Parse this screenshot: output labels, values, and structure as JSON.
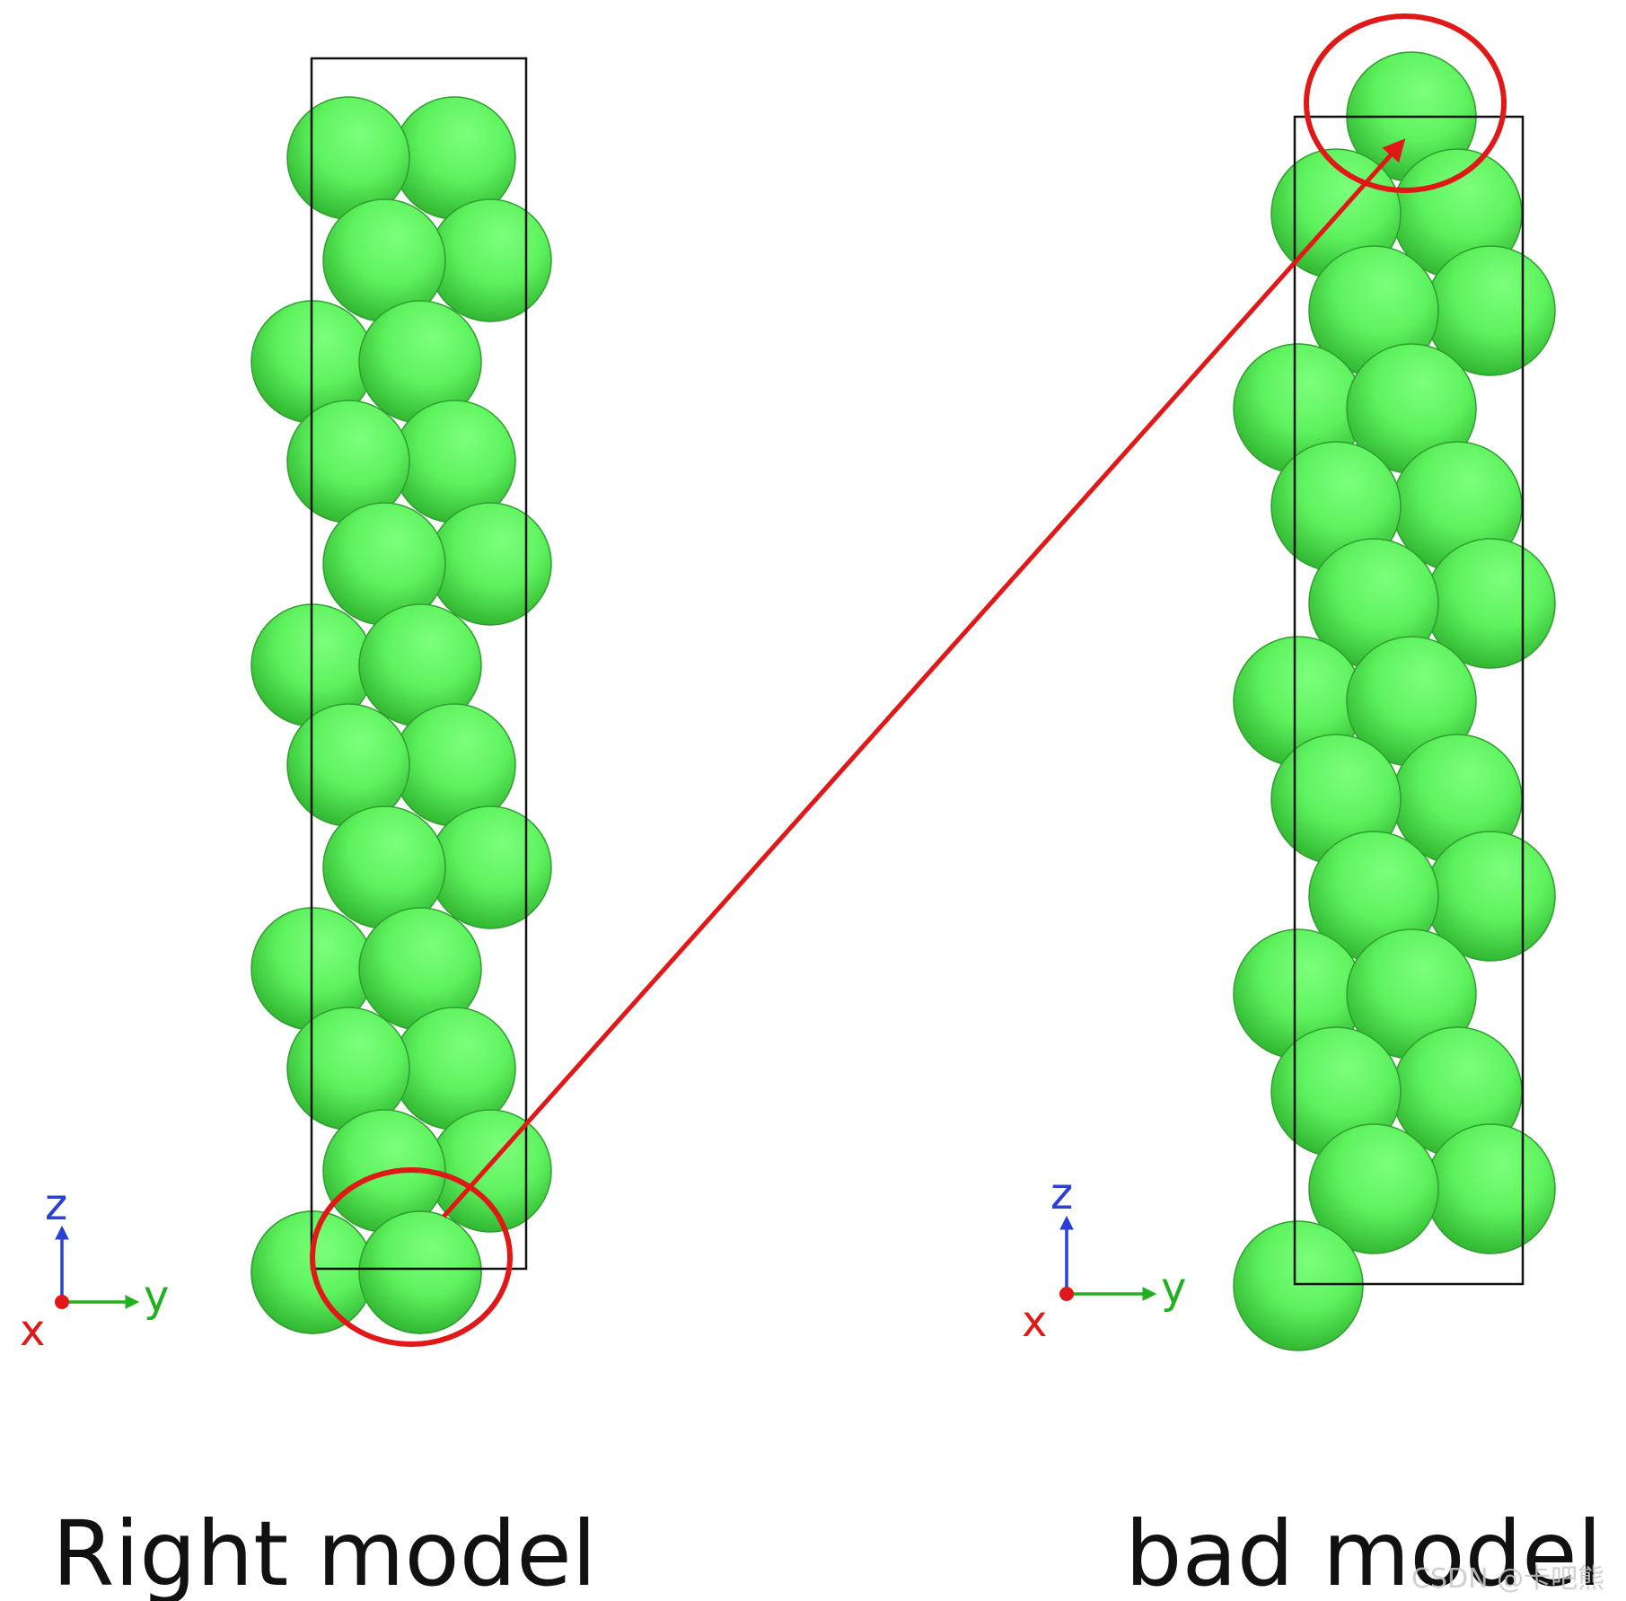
{
  "captions": {
    "right_model": "Right model",
    "bad_model": "bad model"
  },
  "axes": {
    "z": "z",
    "y": "y",
    "x": "x"
  },
  "watermark": "CSDN @卡吧熊",
  "colors": {
    "atom_fill": "#66ff66",
    "atom_edge": "#2f9e2f",
    "cell_box": "#111111",
    "highlight": "#e01818",
    "axis_x": "#e01818",
    "axis_y": "#20b020",
    "axis_z": "#2a3fd6",
    "caption_text": "#111111"
  }
}
